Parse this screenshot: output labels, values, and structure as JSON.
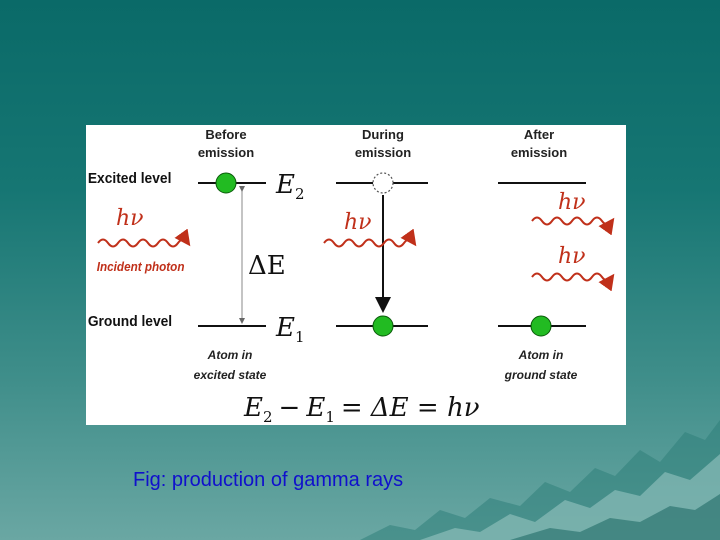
{
  "figure": {
    "columns": {
      "before": [
        "Before",
        "emission"
      ],
      "during": [
        "During",
        "emission"
      ],
      "after": [
        "After",
        "emission"
      ]
    },
    "excited_level_label": "Excited level",
    "ground_level_label": "Ground level",
    "incident_photon_label": "Incident photon",
    "photon_symbol": "hν",
    "energy_e2": {
      "base": "E",
      "sub": "2"
    },
    "energy_e1": {
      "base": "E",
      "sub": "1"
    },
    "delta_e": "ΔE",
    "atom_excited": [
      "Atom in",
      "excited state"
    ],
    "atom_ground": [
      "Atom in",
      "ground state"
    ],
    "equation": {
      "e2": "E",
      "e2_sub": "2",
      "minus": "−",
      "e1": "E",
      "e1_sub": "1",
      "rest": "= ΔE = hν"
    },
    "colors": {
      "atom": "#22bb22",
      "photon": "#c0301a"
    }
  },
  "caption": "Fig: production of gamma rays"
}
